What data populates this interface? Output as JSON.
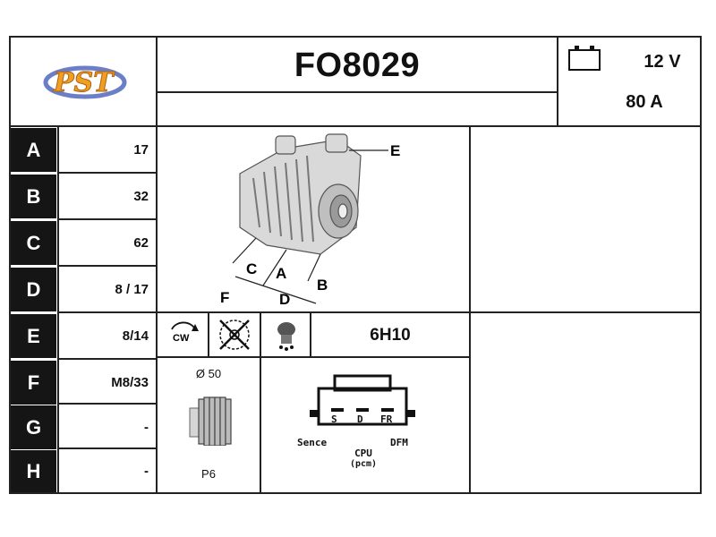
{
  "header": {
    "part_number": "FO8029",
    "voltage": "12 V",
    "amperage": "80 A",
    "logo_text": "PST"
  },
  "specs": [
    {
      "letter": "A",
      "value": "17"
    },
    {
      "letter": "B",
      "value": "32"
    },
    {
      "letter": "C",
      "value": "62"
    },
    {
      "letter": "D",
      "value": "8 / 17"
    },
    {
      "letter": "E",
      "value": "8/14"
    },
    {
      "letter": "F",
      "value": "M8/33"
    },
    {
      "letter": "G",
      "value": "-"
    },
    {
      "letter": "H",
      "value": "-"
    }
  ],
  "diagram": {
    "callouts": [
      "E",
      "C",
      "A",
      "F",
      "D",
      "B"
    ]
  },
  "icons": {
    "rotation_label": "CW",
    "regulator_code": "6H10"
  },
  "pulley": {
    "diameter": "Ø 50",
    "grooves": "P6"
  },
  "connector": {
    "pins": [
      "S",
      "D",
      "FR"
    ],
    "left_label": "Sence",
    "center_label": "CPU",
    "center_sub": "(pcm)",
    "right_label": "DFM"
  }
}
